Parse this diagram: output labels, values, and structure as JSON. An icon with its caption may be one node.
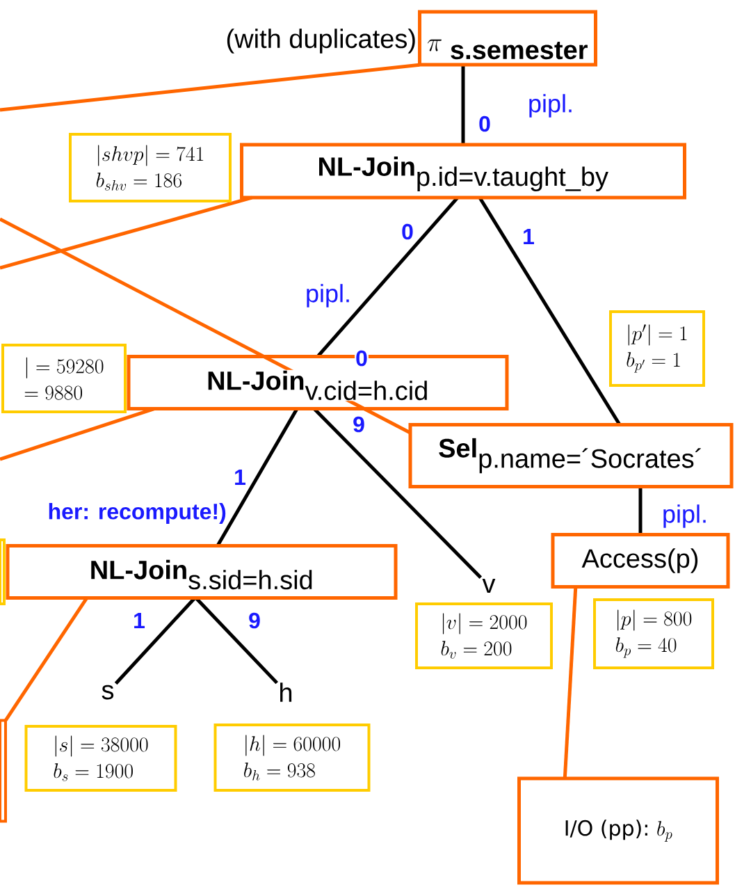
{
  "diagram": {
    "nodes": [
      {
        "text": [
          "\\pi\\ _{\\textbf{s.semester}}"
        ],
        "beside": [
          "(with duplicates)"
        ]
      },
      {
        "text": [
          "\\textbf{NL-Join}_{\\textrm{p.id=v.taught\\_by}}"
        ]
      },
      {
        "text": [
          "|shvp| = 741",
          "b_{shv} = 186"
        ]
      },
      {
        "text": [
          "\\textbf{NL-Join}_{\\textrm{v.cid=h.cid}}"
        ]
      },
      {
        "text": [
          "| = 59280",
          "= 9880"
        ]
      },
      {
        "text": [
          "\\textbf{Sel}_{\\textrm{p.name=´Socrates´}}"
        ]
      },
      {
        "text": [
          "|p'| = 1",
          "b_{p'} = 1"
        ]
      },
      {
        "text": [],
        "shape": "box"
      },
      {
        "text": [
          "\\textbf{NL-Join}_{\\textrm{s.sid=h.sid}}"
        ]
      },
      {
        "text": [
          "Access(p)"
        ]
      },
      {
        "text": [
          "v"
        ]
      },
      {
        "text": [
          "|v| = 2000",
          "b_v = 200"
        ]
      },
      {
        "text": [
          "|p| = 800",
          "b_p = 40"
        ]
      },
      {
        "text": [
          "s"
        ]
      },
      {
        "text": [
          "h"
        ]
      },
      {
        "text": [],
        "shape": "box"
      },
      {
        "text": [
          "|s| = 38000",
          "b_s = 1900"
        ]
      },
      {
        "text": [
          "|h| = 60000",
          "b_h = 938"
        ]
      },
      {
        "text": [
          "I/O (pp):",
          "b_p"
        ]
      }
    ],
    "edges": [
      {
        "from": 0,
        "to": 1,
        "arrow": "none",
        "label": "0"
      },
      {
        "from": 1,
        "to": 3,
        "arrow": "none",
        "label": "0"
      },
      {
        "from": 1,
        "to": 5,
        "arrow": "none",
        "label": "1"
      },
      {
        "from": 3,
        "to": 8,
        "arrow": "none",
        "label": "1"
      },
      {
        "from": 3,
        "to": 10,
        "arrow": "none",
        "label": "9"
      },
      {
        "from": 5,
        "to": 9,
        "arrow": "none"
      },
      {
        "from": 8,
        "to": 13,
        "arrow": "none",
        "label": "1"
      },
      {
        "from": 8,
        "to": 14,
        "arrow": "none",
        "label": "9"
      },
      {
        "from": 0,
        "to": null,
        "arrow": "none",
        "color": "#ff6600"
      },
      {
        "from": 1,
        "to": null,
        "arrow": "none",
        "color": "#ff6600"
      },
      {
        "from": null,
        "to": 5,
        "arrow": "none",
        "color": "#ff6600"
      },
      {
        "from": 3,
        "to": null,
        "arrow": "none",
        "color": "#ff6600"
      },
      {
        "from": 8,
        "to": 15,
        "arrow": "none",
        "color": "#ff6600"
      },
      {
        "from": 9,
        "to": 18,
        "arrow": "none",
        "color": "#ff6600"
      }
    ],
    "labels": [
      "pipl.",
      "pipl.",
      "0",
      "her: recompute!)",
      "pipl."
    ]
  }
}
